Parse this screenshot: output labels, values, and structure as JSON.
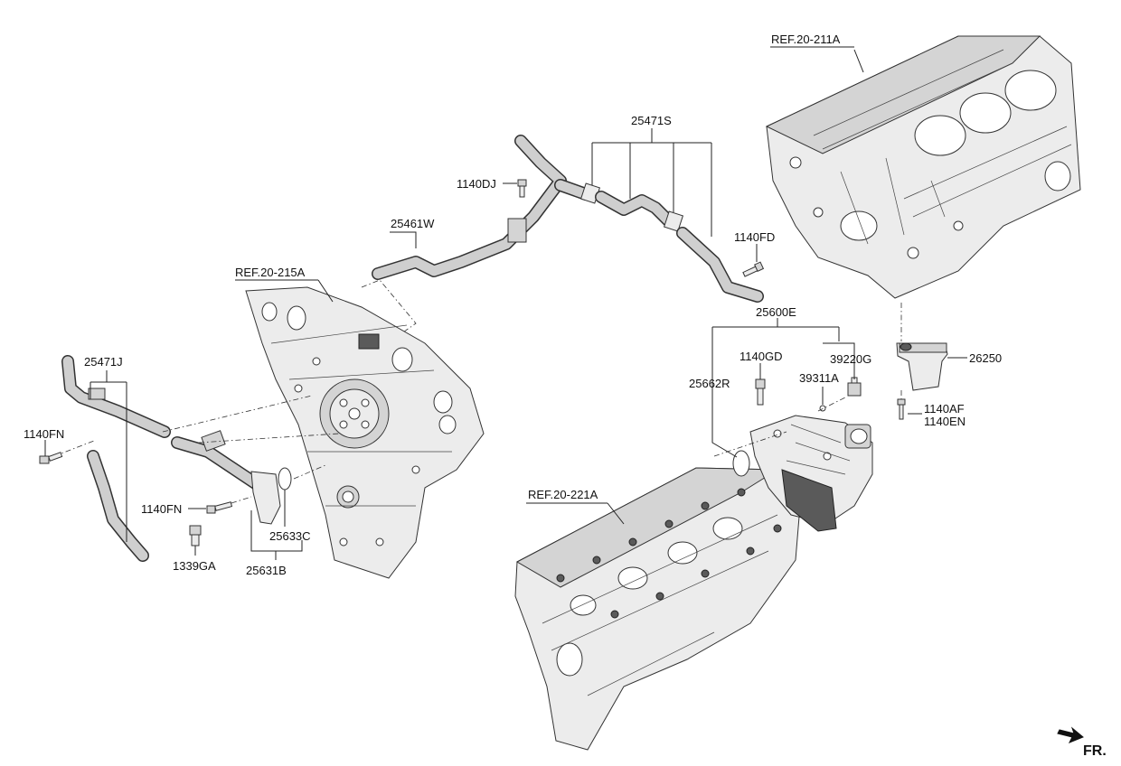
{
  "labels": {
    "p25471S": "25471S",
    "p1140DJ": "1140DJ",
    "p25461W": "25461W",
    "p1140FD": "1140FD",
    "p25600E": "25600E",
    "p1140GD": "1140GD",
    "p39220G": "39220G",
    "p39311A": "39311A",
    "p25662R": "25662R",
    "p26250": "26250",
    "p1140AF": "1140AF",
    "p1140EN": "1140EN",
    "p25471J": "25471J",
    "p1140FN_a": "1140FN",
    "p1140FN_b": "1140FN",
    "p1339GA": "1339GA",
    "p25633C": "25633C",
    "p25631B": "25631B"
  },
  "refs": {
    "r211A": "REF.20-211A",
    "r215A": "REF.20-215A",
    "r221A": "REF.20-221A"
  },
  "direction": {
    "label": "FR.",
    "icon": "front-direction-arrow-icon"
  }
}
